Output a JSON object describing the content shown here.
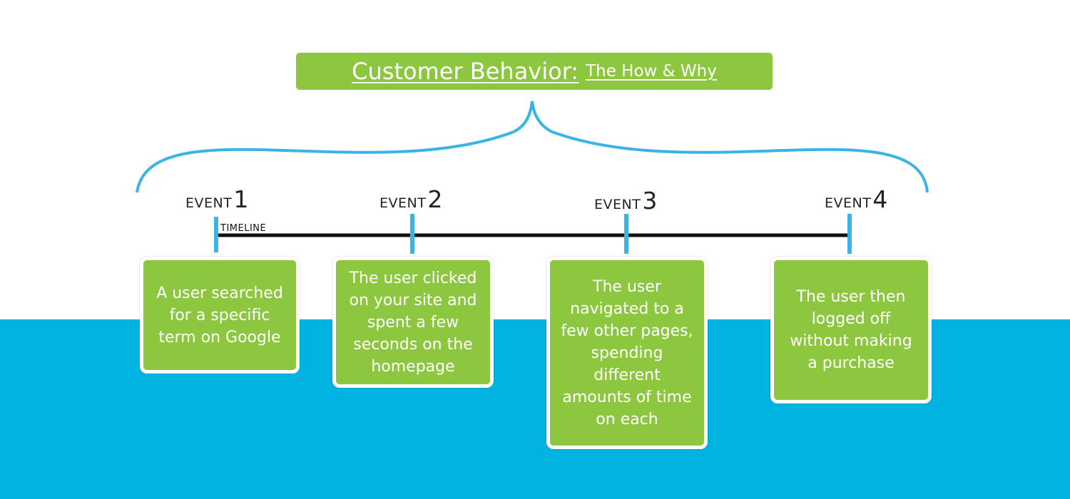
{
  "title": {
    "main": "Customer Behavior:",
    "sub": "The How & Why"
  },
  "timeline_label": "TIMELINE",
  "events": [
    {
      "word": "EVENT",
      "number": "1",
      "description": "A user searched for a specific term on Google"
    },
    {
      "word": "EVENT",
      "number": "2",
      "description": "The user clicked on your site and spent a few seconds on the homepage"
    },
    {
      "word": "EVENT",
      "number": "3",
      "description": "The user navigated to a few other pages, spending different amounts of time on each"
    },
    {
      "word": "EVENT",
      "number": "4",
      "description": "The user then logged off without making a purchase"
    }
  ],
  "colors": {
    "green": "#8dc63f",
    "blue": "#00b3e0",
    "brace": "#3ab4e4",
    "timeline": "#111111"
  }
}
